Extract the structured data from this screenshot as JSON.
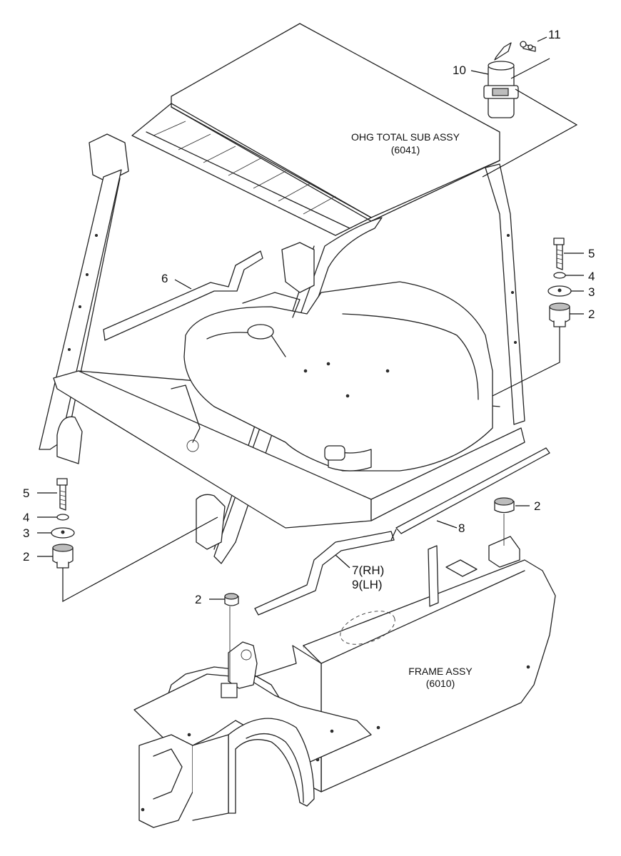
{
  "assemblies": {
    "ohg": {
      "name": "OHG TOTAL SUB ASSY",
      "code": "(6041)"
    },
    "frame": {
      "name": "FRAME ASSY",
      "code": "(6010)"
    }
  },
  "callouts": {
    "c11": "11",
    "c10": "10",
    "c6": "6",
    "c5_right": "5",
    "c4_right": "4",
    "c3_right": "3",
    "c2_right_top": "2",
    "c5_left": "5",
    "c4_left": "4",
    "c3_left": "3",
    "c2_left": "2",
    "c2_center": "2",
    "c2_right_low": "2",
    "c8": "8",
    "c7": "7(RH)",
    "c9": "9(LH)"
  },
  "colors": {
    "line": "#222222",
    "background": "#ffffff"
  }
}
